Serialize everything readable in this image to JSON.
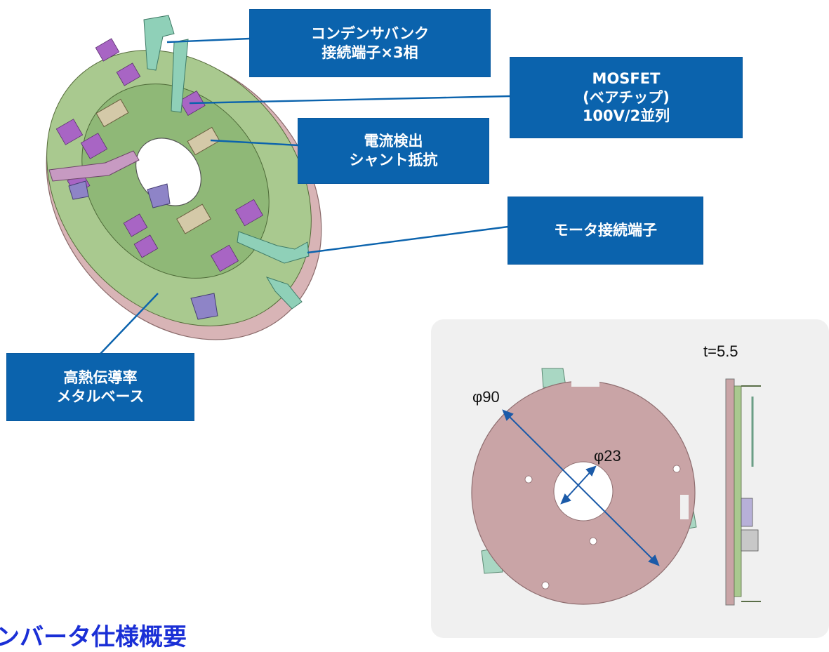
{
  "callouts": {
    "capacitor_terminal": [
      "コンデンサバンク",
      "接続端子×3相"
    ],
    "mosfet": [
      "MOSFET",
      "(ベアチップ)",
      "100V/2並列"
    ],
    "shunt": [
      "電流検出",
      "シャント抵抗"
    ],
    "motor_terminal": [
      "モータ接続端子"
    ],
    "metal_base": [
      "高熱伝導率",
      "メタルベース"
    ]
  },
  "dimensions": {
    "outer_diameter": "φ90",
    "inner_diameter": "φ23",
    "thickness": "t=5.5"
  },
  "footer": {
    "title": "ンバータ仕様概要"
  },
  "colors": {
    "callout_blue": "#0b63ad",
    "leader_blue": "#0b63ad",
    "board_green": "#9cc48a",
    "base_pink": "#c9a4a6",
    "chip_purple": "#9b5bb5",
    "footer_blue": "#1a2fd6"
  }
}
